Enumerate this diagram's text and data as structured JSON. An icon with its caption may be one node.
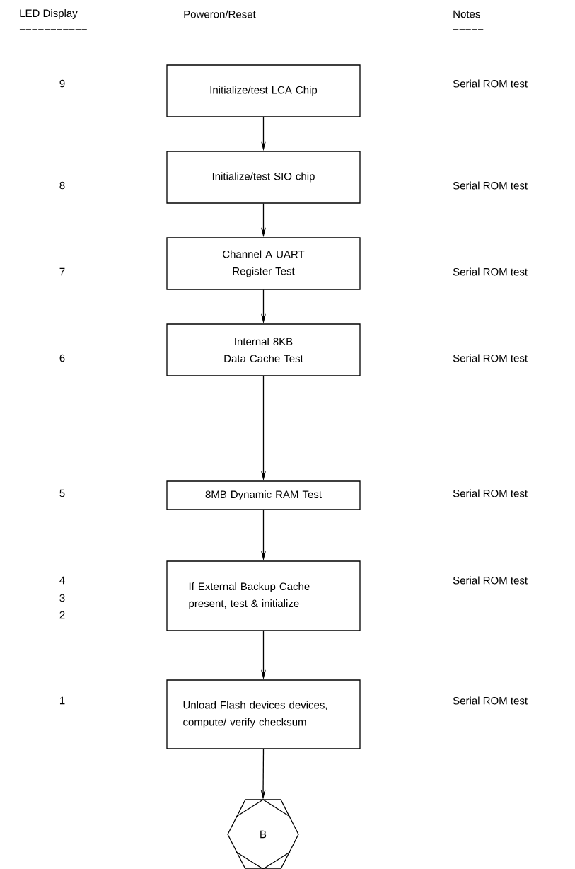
{
  "diagram": {
    "nodes": [
      {
        "text": [
          "Initialize/test LCA Chip"
        ]
      },
      {
        "text": [
          "Initialize/test SIO chip"
        ]
      },
      {
        "text": [
          "Channel A UART Register Test"
        ]
      },
      {
        "text": [
          "Internal 8KB Data Cache Test"
        ]
      },
      {
        "text": [
          "8MB Dynamic RAM Test"
        ]
      },
      {
        "text": [
          "If External Backup Cache present, test & initialize"
        ]
      },
      {
        "text": [
          "Unload Flash devices devices, compute/ verify checksum"
        ]
      },
      {
        "text": [
          "B"
        ]
      }
    ],
    "edges": [
      {
        "from": 0,
        "to": 1,
        "arrow": "to"
      },
      {
        "from": 1,
        "to": 2,
        "arrow": "to"
      },
      {
        "from": 2,
        "to": 3,
        "arrow": "to"
      },
      {
        "from": 3,
        "to": 4,
        "arrow": "to"
      },
      {
        "from": 4,
        "to": 5,
        "arrow": "to"
      },
      {
        "from": 5,
        "to": 6,
        "arrow": "to"
      },
      {
        "from": 6,
        "to": 7,
        "arrow": "to"
      }
    ],
    "labels": [
      "LED Display",
      "Poweron/Reset",
      "Notes",
      "−−−−−−−−−−−",
      "−−−−−",
      "9",
      "Serial ROM test",
      "8",
      "Serial ROM test",
      "7",
      "Serial ROM test",
      "6",
      "Serial ROM test",
      "5",
      "Serial ROM test",
      "4",
      "Serial ROM test",
      "3",
      "2",
      "1",
      "Serial ROM test"
    ]
  }
}
